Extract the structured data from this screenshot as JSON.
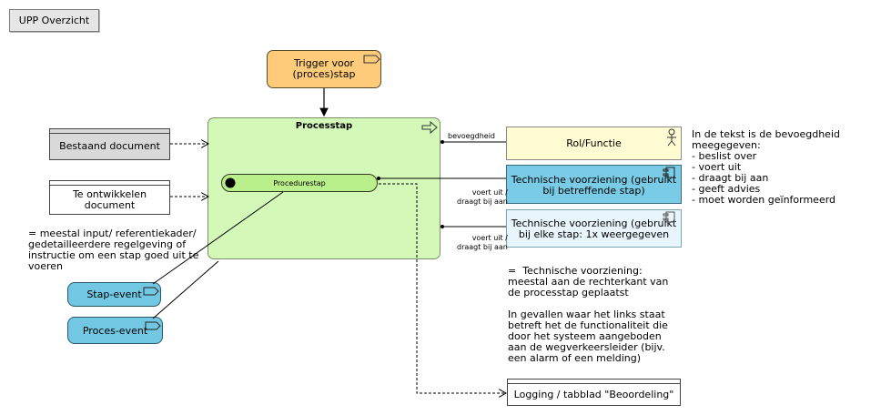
{
  "toolbar": {
    "tab_label": "UPP Overzicht"
  },
  "diagram": {
    "trigger_label": "Trigger voor\n(proces)stap",
    "process_title": "Processtap",
    "procedure_label": "Procedurestap",
    "doc_existing": "Bestaand document",
    "doc_new": "Te ontwikkelen\ndocument",
    "role_label": "Rol/Functie",
    "tech1_label": "Technische voorziening (gebruikt\nbij betreffende stap)",
    "tech2_label": "Technische voorziening (gebruikt\nbij elke stap: 1x weergegeven",
    "logging_label": "Logging / tabblad \"Beoordeling\"",
    "stap_event": "Stap-event",
    "proces_event": "Proces-event",
    "edge_bevoegdheid": "bevoegdheid",
    "edge_voert1": "voert uit /\ndraagt bij aan",
    "edge_voert2": "voert uit /\ndraagt bij aan",
    "note_input": "= meestal input/ referentiekader/\ngedetailleerdere regelgeving of\ninstructie om een stap goed uit te\nvoeren",
    "note_bevoegdheid": "In de tekst is de bevoegdheid\nmeegegeven:\n- beslist over\n- voert uit\n- draagt bij aan\n- geeft advies\n- moet worden geïnformeerd",
    "note_tech": "=  Technische voorziening:\nmeestal aan de rechterkant van\nde processtap geplaatst\n\nIn gevallen waar het links staat\nbetreft het de functionaliteit die\ndoor het systeem aangeboden\naan de wegverkeersleider (bijv.\neen alarm of een melding)"
  }
}
